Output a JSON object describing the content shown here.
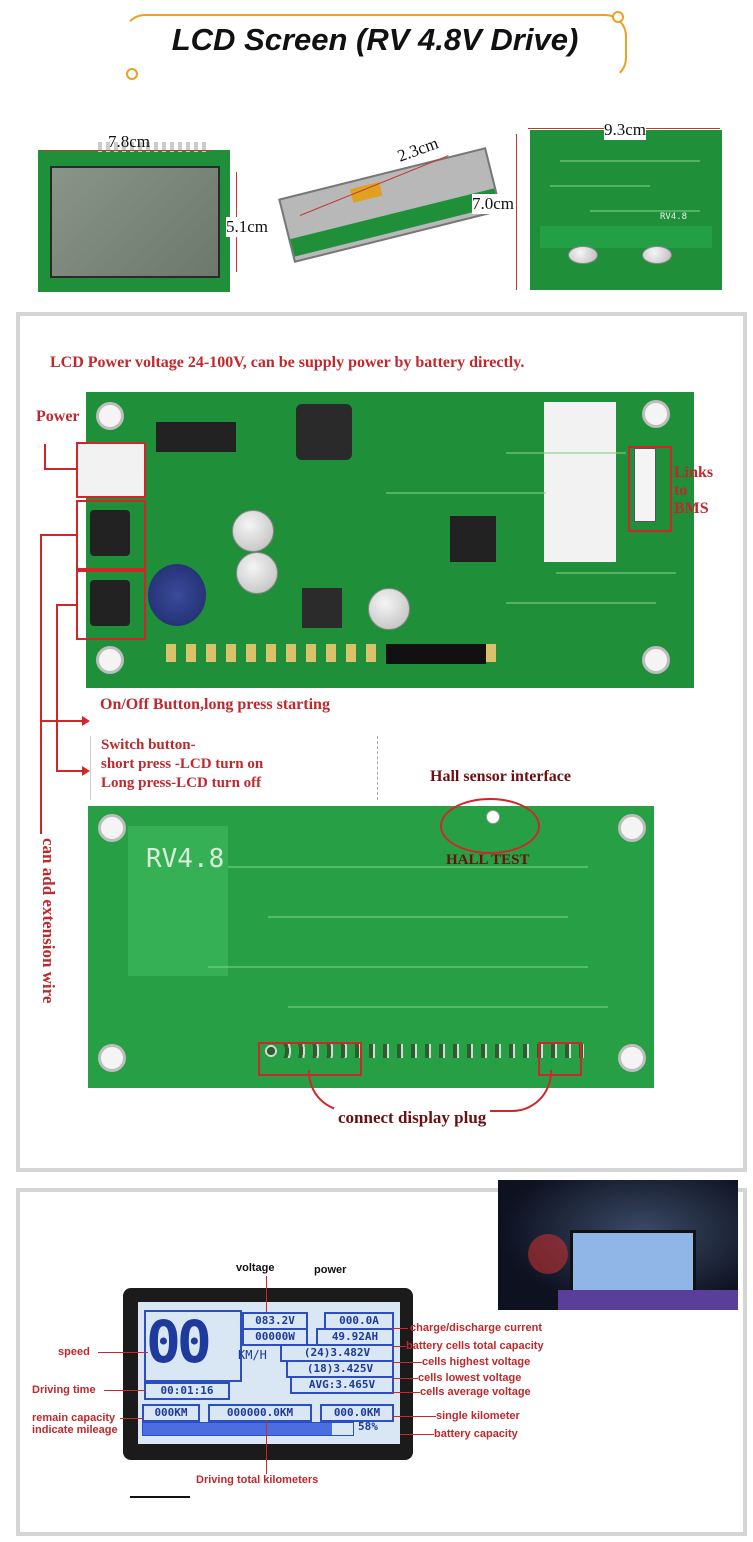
{
  "title": "LCD Screen (RV 4.8V Drive)",
  "dims": {
    "width": "7.8cm",
    "height": "5.1cm",
    "depth": "2.3cm",
    "back_width": "9.3cm",
    "back_height": "7.0cm"
  },
  "board_labels": {
    "back_version": "RV4.8"
  },
  "panel1": {
    "header": "LCD Power voltage 24-100V, can be supply power by battery directly.",
    "power": "Power",
    "links_bms": "Links\nto\nBMS",
    "onoff": "On/Off Button,long press starting",
    "switch_lines": [
      "Switch button-",
      "short press -LCD turn on",
      "Long press-LCD turn off"
    ],
    "extension": "can add extension wire",
    "hall": "Hall sensor interface",
    "hall_test": "HALL TEST",
    "rv48": "RV4.8",
    "connect": "connect display plug"
  },
  "panel2": {
    "annotations": {
      "voltage": "voltage",
      "power": "power",
      "speed": "speed",
      "driving_time": "Driving time",
      "remain": "remain capacity\nindicate mileage",
      "total_km": "Driving total kilometers",
      "current": "charge/discharge current",
      "total_capacity": "battery cells total capacity",
      "highest": "cells highest voltage",
      "lowest": "cells lowest voltage",
      "average": "cells average voltage",
      "single_km": "single kilometer",
      "battery_capacity": "battery capacity"
    },
    "lcd": {
      "speed_value": "00",
      "unit": "KM/H",
      "voltage_value": "083.2V",
      "power_value": "00000W",
      "current_value": "000.0A",
      "capacity_value": "49.92AH",
      "highest_value": "(24)3.482V",
      "lowest_value": "(18)3.425V",
      "average_value": "AVG:3.465V",
      "time_value": "00:01:16",
      "remain_km": "000KM",
      "total_km_value": "000000.0KM",
      "single_km_value": "000.0KM",
      "battery_percent": "58%",
      "battery_fraction": 0.9
    }
  },
  "colors": {
    "accent": "#f0a020",
    "pcb_green": "#1f8f3a",
    "label_red": "#c0282d",
    "lcd_blue": "#1d3a9c"
  }
}
